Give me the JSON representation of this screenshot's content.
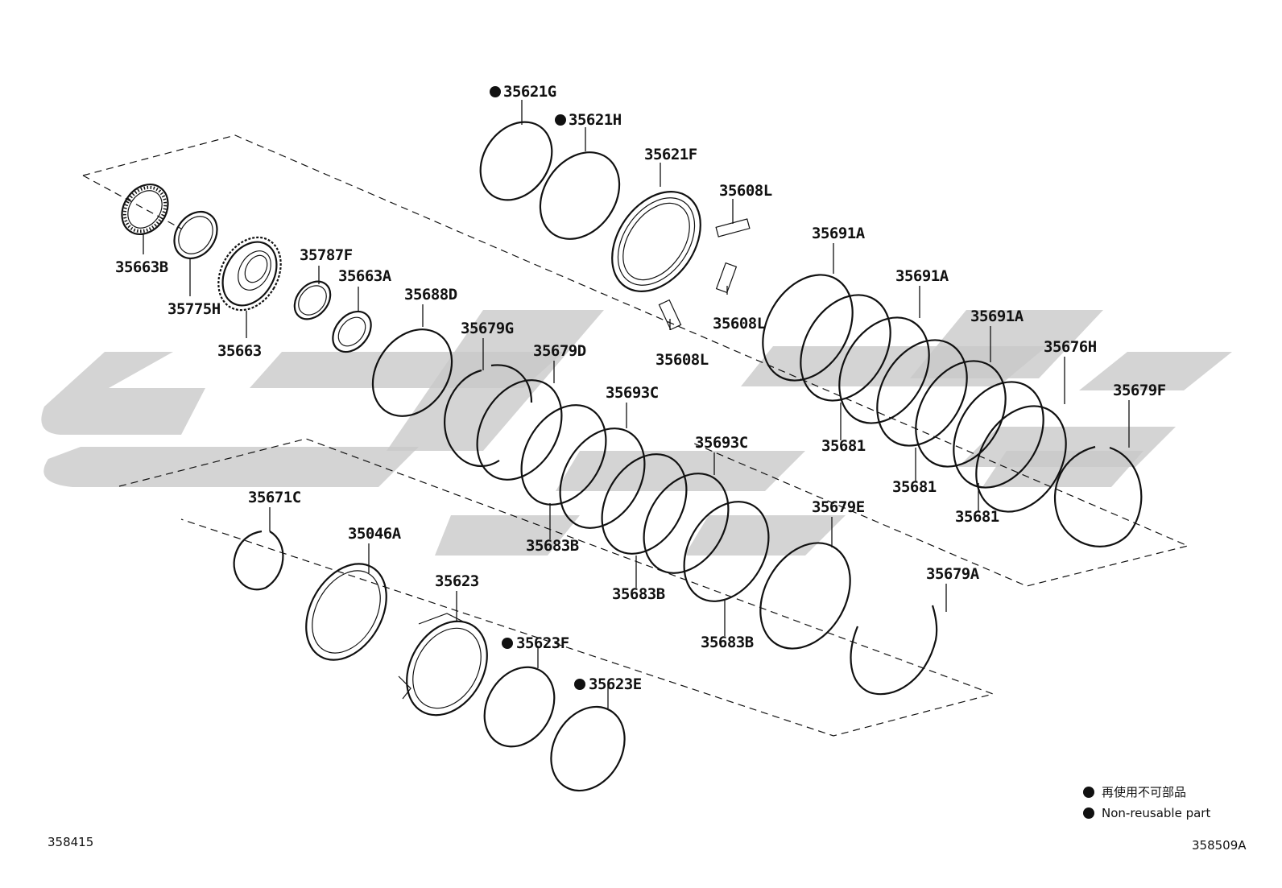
{
  "diagram": {
    "figure_id_left": "358415",
    "figure_id_right": "358509A",
    "legend": {
      "japanese": "再使用不可部品",
      "english": "Non-reusable part"
    },
    "labels": [
      {
        "key": "l01",
        "text": "35621G",
        "nonreusable": true
      },
      {
        "key": "l02",
        "text": "35621H",
        "nonreusable": true
      },
      {
        "key": "l03",
        "text": "35621F",
        "nonreusable": false
      },
      {
        "key": "l04",
        "text": "35608L",
        "nonreusable": false
      },
      {
        "key": "l05",
        "text": "35608L",
        "nonreusable": false
      },
      {
        "key": "l06",
        "text": "35608L",
        "nonreusable": false
      },
      {
        "key": "l07",
        "text": "35663B",
        "nonreusable": false
      },
      {
        "key": "l08",
        "text": "35775H",
        "nonreusable": false
      },
      {
        "key": "l09",
        "text": "35663",
        "nonreusable": false
      },
      {
        "key": "l10",
        "text": "35787F",
        "nonreusable": false
      },
      {
        "key": "l11",
        "text": "35663A",
        "nonreusable": false
      },
      {
        "key": "l12",
        "text": "35688D",
        "nonreusable": false
      },
      {
        "key": "l13",
        "text": "35679G",
        "nonreusable": false
      },
      {
        "key": "l14",
        "text": "35679D",
        "nonreusable": false
      },
      {
        "key": "l15",
        "text": "35693C",
        "nonreusable": false
      },
      {
        "key": "l16",
        "text": "35693C",
        "nonreusable": false
      },
      {
        "key": "l17",
        "text": "35691A",
        "nonreusable": false
      },
      {
        "key": "l18",
        "text": "35691A",
        "nonreusable": false
      },
      {
        "key": "l19",
        "text": "35691A",
        "nonreusable": false
      },
      {
        "key": "l20",
        "text": "35676H",
        "nonreusable": false
      },
      {
        "key": "l21",
        "text": "35679F",
        "nonreusable": false
      },
      {
        "key": "l22",
        "text": "35681",
        "nonreusable": false
      },
      {
        "key": "l23",
        "text": "35681",
        "nonreusable": false
      },
      {
        "key": "l24",
        "text": "35681",
        "nonreusable": false
      },
      {
        "key": "l25",
        "text": "35679E",
        "nonreusable": false
      },
      {
        "key": "l26",
        "text": "35679A",
        "nonreusable": false
      },
      {
        "key": "l27",
        "text": "35683B",
        "nonreusable": false
      },
      {
        "key": "l28",
        "text": "35683B",
        "nonreusable": false
      },
      {
        "key": "l29",
        "text": "35683B",
        "nonreusable": false
      },
      {
        "key": "l30",
        "text": "35671C",
        "nonreusable": false
      },
      {
        "key": "l31",
        "text": "35046A",
        "nonreusable": false
      },
      {
        "key": "l32",
        "text": "35623",
        "nonreusable": false
      },
      {
        "key": "l33",
        "text": "35623F",
        "nonreusable": true
      },
      {
        "key": "l34",
        "text": "35623E",
        "nonreusable": true
      }
    ]
  }
}
